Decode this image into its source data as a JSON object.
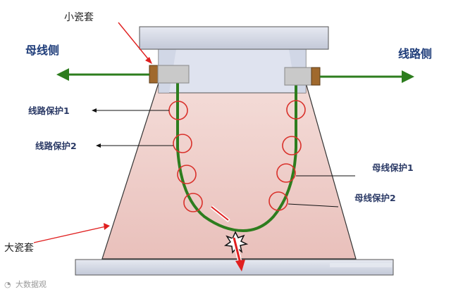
{
  "labels": {
    "small_bushing": "小瓷套",
    "large_bushing": "大瓷套",
    "bus_side": "母线侧",
    "line_side": "线路侧",
    "line_protection_1": "线路保护1",
    "line_protection_2": "线路保护2",
    "bus_protection_1": "母线保护1",
    "bus_protection_2": "母线保护2"
  },
  "watermark": "大数据观",
  "colors": {
    "conductor": "#2d7d1e",
    "arrow": "#2d7d1e",
    "ct_ring": "#d9312b",
    "body_fill": "#f2d3cf",
    "plate_fill": "#d7dce8",
    "head_fill": "#dfe3ef",
    "terminal": "#a0692d",
    "terminal_inner": "#c9c9c9",
    "fault_arrow": "#e02020",
    "pointer": "#e02020"
  }
}
